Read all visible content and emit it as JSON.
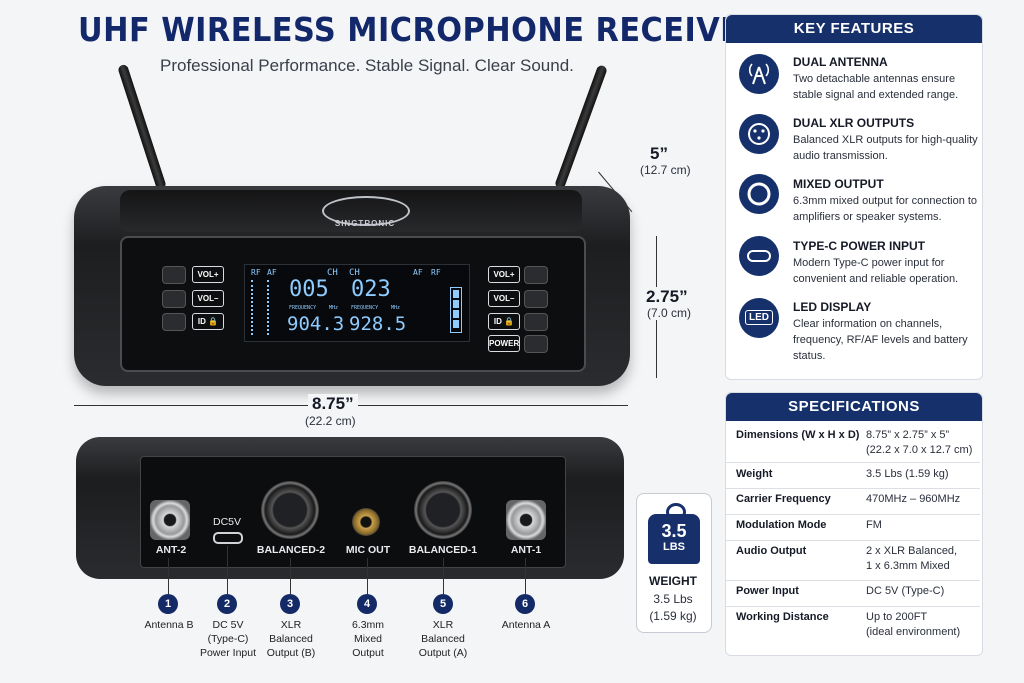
{
  "header": {
    "title": "UHF WIRELESS MICROPHONE RECEIVER",
    "subtitle": "Professional Performance. Stable Signal. Clear Sound."
  },
  "front": {
    "logo_text": "SINGTRONIC",
    "buttons_left": [
      "VOL+",
      "VOL–",
      "ID 🔒"
    ],
    "buttons_right": [
      "VOL+",
      "VOL–",
      "ID 🔒",
      "POWER"
    ],
    "lcd": {
      "rf": "RF",
      "af": "AF",
      "ch": "CH",
      "ch_a": "005",
      "ch_b": "023",
      "freq_label": "FREQUENCY",
      "mhz": "MHz",
      "freq_a": "904.3",
      "freq_b": "928.5"
    }
  },
  "dimensions": {
    "depth": "5”",
    "depth_cm": "(12.7 cm)",
    "height": "2.75”",
    "height_cm": "(7.0 cm)",
    "width": "8.75”",
    "width_cm": "(22.2 cm)"
  },
  "back": {
    "ports": [
      "ANT-2",
      "DC5V",
      "BALANCED-2",
      "MIC OUT",
      "BALANCED-1",
      "ANT-1"
    ],
    "callouts": [
      {
        "n": "1",
        "label": "Antenna B"
      },
      {
        "n": "2",
        "label": "DC 5V (Type-C) Power Input"
      },
      {
        "n": "3",
        "label": "XLR Balanced Output (B)"
      },
      {
        "n": "4",
        "label": "6.3mm Mixed Output"
      },
      {
        "n": "5",
        "label": "XLR Balanced Output (A)"
      },
      {
        "n": "6",
        "label": "Antenna A"
      }
    ]
  },
  "weight": {
    "badge_value": "3.5",
    "badge_unit": "LBS",
    "label": "WEIGHT",
    "lbs": "3.5 Lbs",
    "kg": "(1.59 kg)"
  },
  "features": {
    "heading": "KEY FEATURES",
    "items": [
      {
        "icon": "antenna-icon",
        "title": "DUAL ANTENNA",
        "desc": "Two detachable antennas ensure stable signal and extended range."
      },
      {
        "icon": "xlr-icon",
        "title": "DUAL XLR OUTPUTS",
        "desc": "Balanced XLR outputs for high-quality audio transmission."
      },
      {
        "icon": "jack-icon",
        "title": "MIXED OUTPUT",
        "desc": "6.3mm mixed output for connection to amplifiers or speaker systems."
      },
      {
        "icon": "usb-c-icon",
        "title": "TYPE-C POWER INPUT",
        "desc": "Modern Type-C power input for convenient and reliable operation."
      },
      {
        "icon": "led-icon",
        "title": "LED DISPLAY",
        "desc": "Clear information on channels, frequency, RF/AF levels and battery status.",
        "icon_text": "LED"
      }
    ]
  },
  "specs": {
    "heading": "SPECIFICATIONS",
    "rows": [
      {
        "k": "Dimensions (W x H x D)",
        "v": "8.75” x 2.75” x 5”",
        "v2": "(22.2 x 7.0 x 12.7 cm)"
      },
      {
        "k": "Weight",
        "v": "3.5 Lbs (1.59 kg)"
      },
      {
        "k": "Carrier Frequency",
        "v": "470MHz – 960MHz"
      },
      {
        "k": "Modulation Mode",
        "v": "FM"
      },
      {
        "k": "Audio Output",
        "v": "2 x XLR Balanced,",
        "v2": "1 x 6.3mm Mixed"
      },
      {
        "k": "Power Input",
        "v": "DC 5V (Type-C)"
      },
      {
        "k": "Working Distance",
        "v": "Up to 200FT",
        "v2": "(ideal environment)"
      }
    ]
  }
}
